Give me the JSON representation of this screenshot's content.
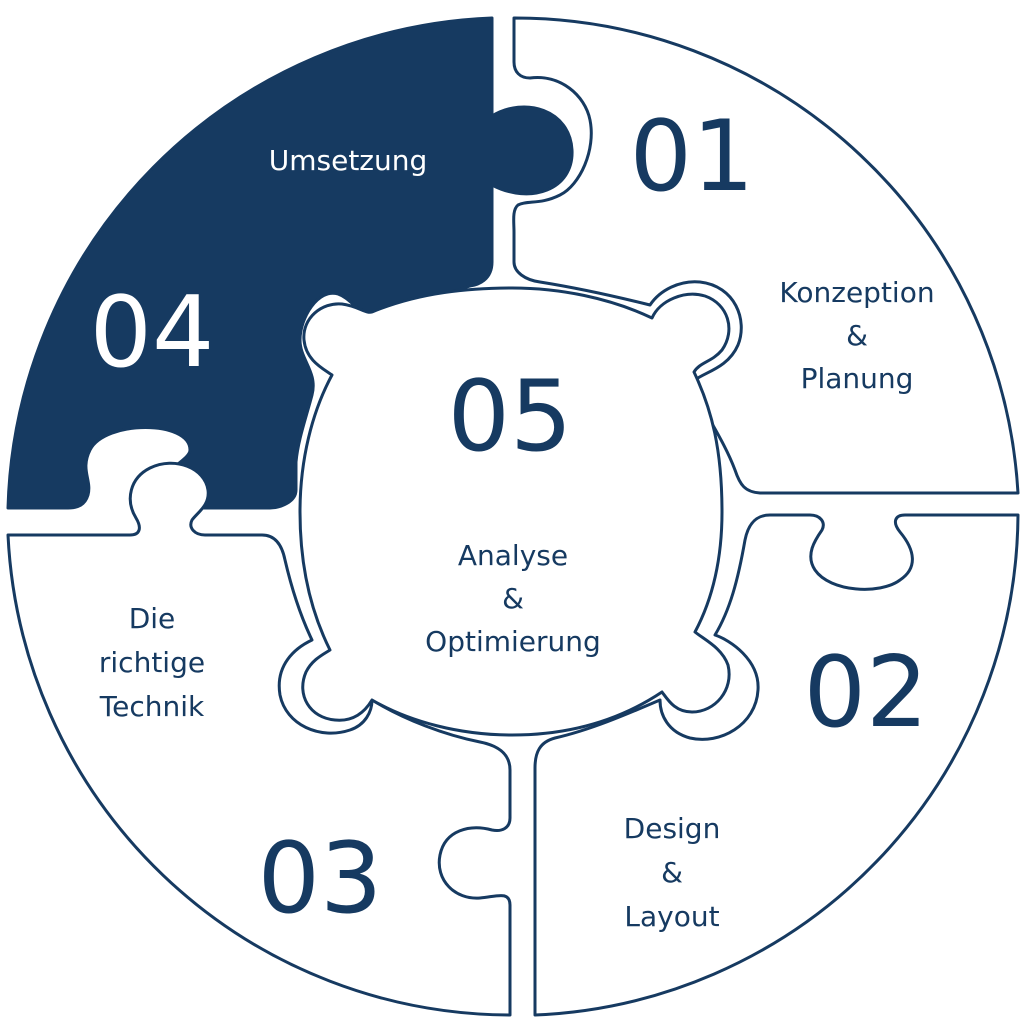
{
  "colors": {
    "navy": "#163a61",
    "white": "#ffffff"
  },
  "pieces": [
    {
      "number": "01",
      "lines": [
        "Konzeption",
        "&",
        "Planung"
      ],
      "highlighted": false
    },
    {
      "number": "02",
      "lines": [
        "Design",
        "&",
        "Layout"
      ],
      "highlighted": false
    },
    {
      "number": "03",
      "lines": [
        "Die",
        "richtige",
        "Technik"
      ],
      "highlighted": false
    },
    {
      "number": "04",
      "lines": [
        "Umsetzung"
      ],
      "highlighted": true
    },
    {
      "number": "05",
      "lines": [
        "Analyse",
        "&",
        "Optimierung"
      ],
      "highlighted": false
    }
  ]
}
